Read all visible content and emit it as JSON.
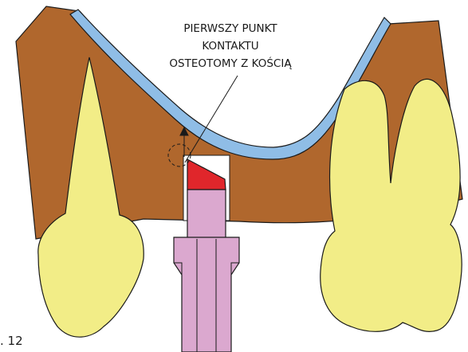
{
  "annotation": {
    "lines": [
      "PIERWSZY PUNKT",
      "KONTAKTU",
      "OSTEOTOMY Z KOŚCIĄ"
    ]
  },
  "figure_number": ". 12",
  "colors": {
    "bone": "#b0672d",
    "membrane": "#8fbde6",
    "tooth": "#f2ed87",
    "osteotome": "#dba8cf",
    "osteotome_tip": "#e0262b",
    "outline": "#1a1a1a",
    "cavity": "#ffffff"
  }
}
